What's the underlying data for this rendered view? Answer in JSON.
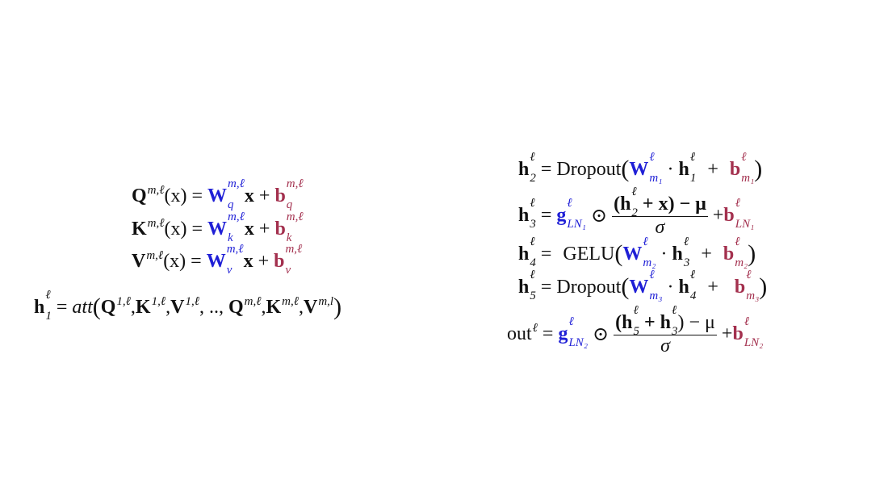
{
  "colors": {
    "weight": "#1f1fd6",
    "bias": "#a3304e",
    "text": "#111111"
  },
  "qkv": [
    {
      "lhs": "Q",
      "lhs_sup": "m,ℓ",
      "arg": "(x)",
      "eq": "=",
      "w": "W",
      "w_sup": "m,ℓ",
      "w_sub": "q",
      "x": "x",
      "plus": "+",
      "b": "b",
      "b_sup": "m,ℓ",
      "b_sub": "q"
    },
    {
      "lhs": "K",
      "lhs_sup": "m,ℓ",
      "arg": "(x)",
      "eq": "=",
      "w": "W",
      "w_sup": "m,ℓ",
      "w_sub": "k",
      "x": "x",
      "plus": "+",
      "b": "b",
      "b_sup": "m,ℓ",
      "b_sub": "k"
    },
    {
      "lhs": "V",
      "lhs_sup": "m,ℓ",
      "arg": "(x)",
      "eq": "=",
      "w": "W",
      "w_sup": "m,ℓ",
      "w_sub": "v",
      "x": "x",
      "plus": "+",
      "b": "b",
      "b_sup": "m,ℓ",
      "b_sub": "v"
    }
  ],
  "att": {
    "lhs": "h",
    "lhs_sup": "ℓ",
    "lhs_sub": "1",
    "eq": "=",
    "fn": "att",
    "open": "(",
    "close": ")",
    "args": [
      {
        "m": "Q",
        "sup": "1,ℓ",
        "sep": ","
      },
      {
        "m": "K",
        "sup": "1,ℓ",
        "sep": ","
      },
      {
        "m": "V",
        "sup": "1,ℓ",
        "sep": ", .., "
      },
      {
        "m": "Q",
        "sup": "m,ℓ",
        "sep": ","
      },
      {
        "m": "K",
        "sup": "m,ℓ",
        "sep": ","
      },
      {
        "m": "V",
        "sup": "m,l",
        "sep": ""
      }
    ]
  },
  "mlp": [
    {
      "lhs": "h",
      "lhs_sup": "ℓ",
      "lhs_sub": "2",
      "eq": "=",
      "fn": "Dropout",
      "w": "W",
      "w_sup": "ℓ",
      "w_sub": "m₁",
      "dot": "·",
      "h": "h",
      "h_sup": "ℓ",
      "h_sub": "1",
      "plus": "+",
      "b": "b",
      "b_sup": "ℓ",
      "b_sub": "m₁"
    },
    {
      "lhs": "h",
      "lhs_sup": "ℓ",
      "lhs_sub": "4",
      "eq": "=",
      "fn": "GELU",
      "w": "W",
      "w_sup": "ℓ",
      "w_sub": "m₂",
      "dot": "·",
      "h": "h",
      "h_sup": "ℓ",
      "h_sub": "3",
      "plus": "+",
      "b": "b",
      "b_sup": "ℓ",
      "b_sub": "m₂"
    },
    {
      "lhs": "h",
      "lhs_sup": "ℓ",
      "lhs_sub": "5",
      "eq": "=",
      "fn": "Dropout",
      "w": "W",
      "w_sup": "ℓ",
      "w_sub": "m₃",
      "dot": "·",
      "h": "h",
      "h_sup": "ℓ",
      "h_sub": "4",
      "plus": "+",
      "b": "b",
      "b_sup": "ℓ",
      "b_sub": "m₃"
    }
  ],
  "ln": [
    {
      "lhs": "h",
      "lhs_sup": "ℓ",
      "lhs_sub": "3",
      "eq": "=",
      "g": "g",
      "g_sup": "ℓ",
      "g_sub": "LN₁",
      "odot": "⊙",
      "num_a": "(h",
      "num_a_sup": "ℓ",
      "num_a_sub": "2",
      "num_b": "+ x) − μ",
      "den": "σ",
      "plus": "+",
      "b": "b",
      "b_sup": "ℓ",
      "b_sub": "LN₁"
    },
    {
      "lhs": "out",
      "lhs_sup": "ℓ",
      "lhs_sub": "",
      "eq": "=",
      "g": "g",
      "g_sup": "ℓ",
      "g_sub": "LN₂",
      "odot": "⊙",
      "num_a": "(h",
      "num_a_sup": "ℓ",
      "num_a_sub": "5",
      "num_b": "+ h",
      "num_b_sup": "ℓ",
      "num_b_sub": "3",
      "num_c": ") − μ",
      "den": "σ",
      "plus": "+",
      "b": "b",
      "b_sup": "ℓ",
      "b_sub": "LN₂"
    }
  ]
}
